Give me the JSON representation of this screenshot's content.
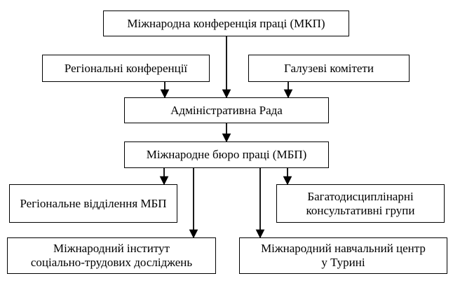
{
  "diagram": {
    "nodes": {
      "ilc": "Міжнародна конференція праці (МКП)",
      "regional_conferences": "Регіональні конференції",
      "sectoral_committees": "Галузеві комітети",
      "governing_body": "Адміністративна Рада",
      "ilo": "Міжнародне бюро праці (МБП)",
      "regional_offices": "Регіональне відділення МБП",
      "multidisciplinary_teams": "Багатодисциплінарні\nконсультативні групи",
      "institute": "Міжнародний інститут\nсоціально-трудових досліджень",
      "turin_centre": "Міжнародний навчальний центр\nу Турині"
    }
  }
}
